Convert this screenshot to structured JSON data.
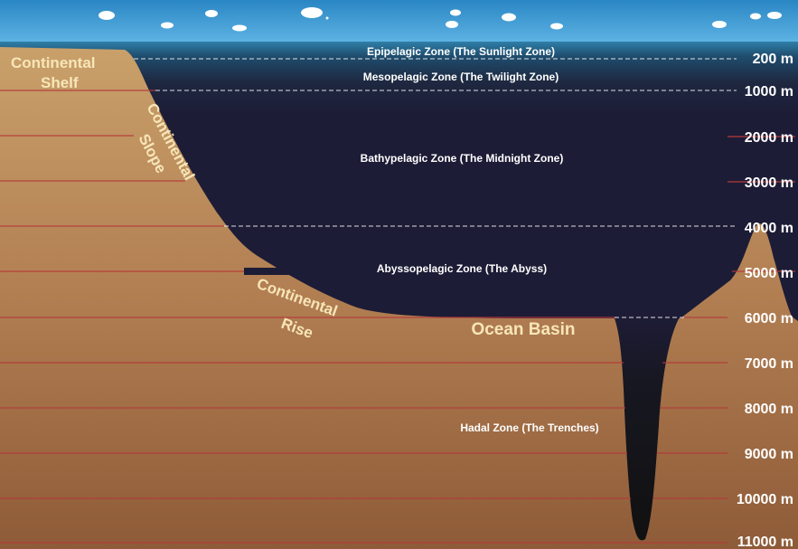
{
  "zones": {
    "epipelagic": "Epipelagic Zone (The Sunlight Zone)",
    "mesopelagic": "Mesopelagic Zone (The Twilight Zone)",
    "bathypelagic": "Bathypelagic Zone (The Midnight Zone)",
    "abyssopelagic": "Abyssopelagic Zone (The Abyss)",
    "hadal": "Hadal Zone (The Trenches)"
  },
  "features": {
    "shelf_line1": "Continental",
    "shelf_line2": "Shelf",
    "slope_line1": "Continental",
    "slope_line2": "Slope",
    "rise_line1": "Continental",
    "rise_line2": "Rise",
    "basin": "Ocean Basin"
  },
  "depths": [
    "200 m",
    "1000 m",
    "2000 m",
    "3000 m",
    "4000 m",
    "5000 m",
    "6000 m",
    "7000 m",
    "8000 m",
    "9000 m",
    "10000 m",
    "11000 m"
  ],
  "colors": {
    "sky_top": "#2a86c4",
    "sky_bottom": "#5fb4e4",
    "surface_water": "#2f7fa8",
    "deep_water": "#1d1c36",
    "trench": "#141414",
    "land_top": "#c9a06a",
    "land_bottom": "#8e5b38",
    "depth_lines": "#b5383a",
    "label_cream": "#f7e6b8"
  }
}
